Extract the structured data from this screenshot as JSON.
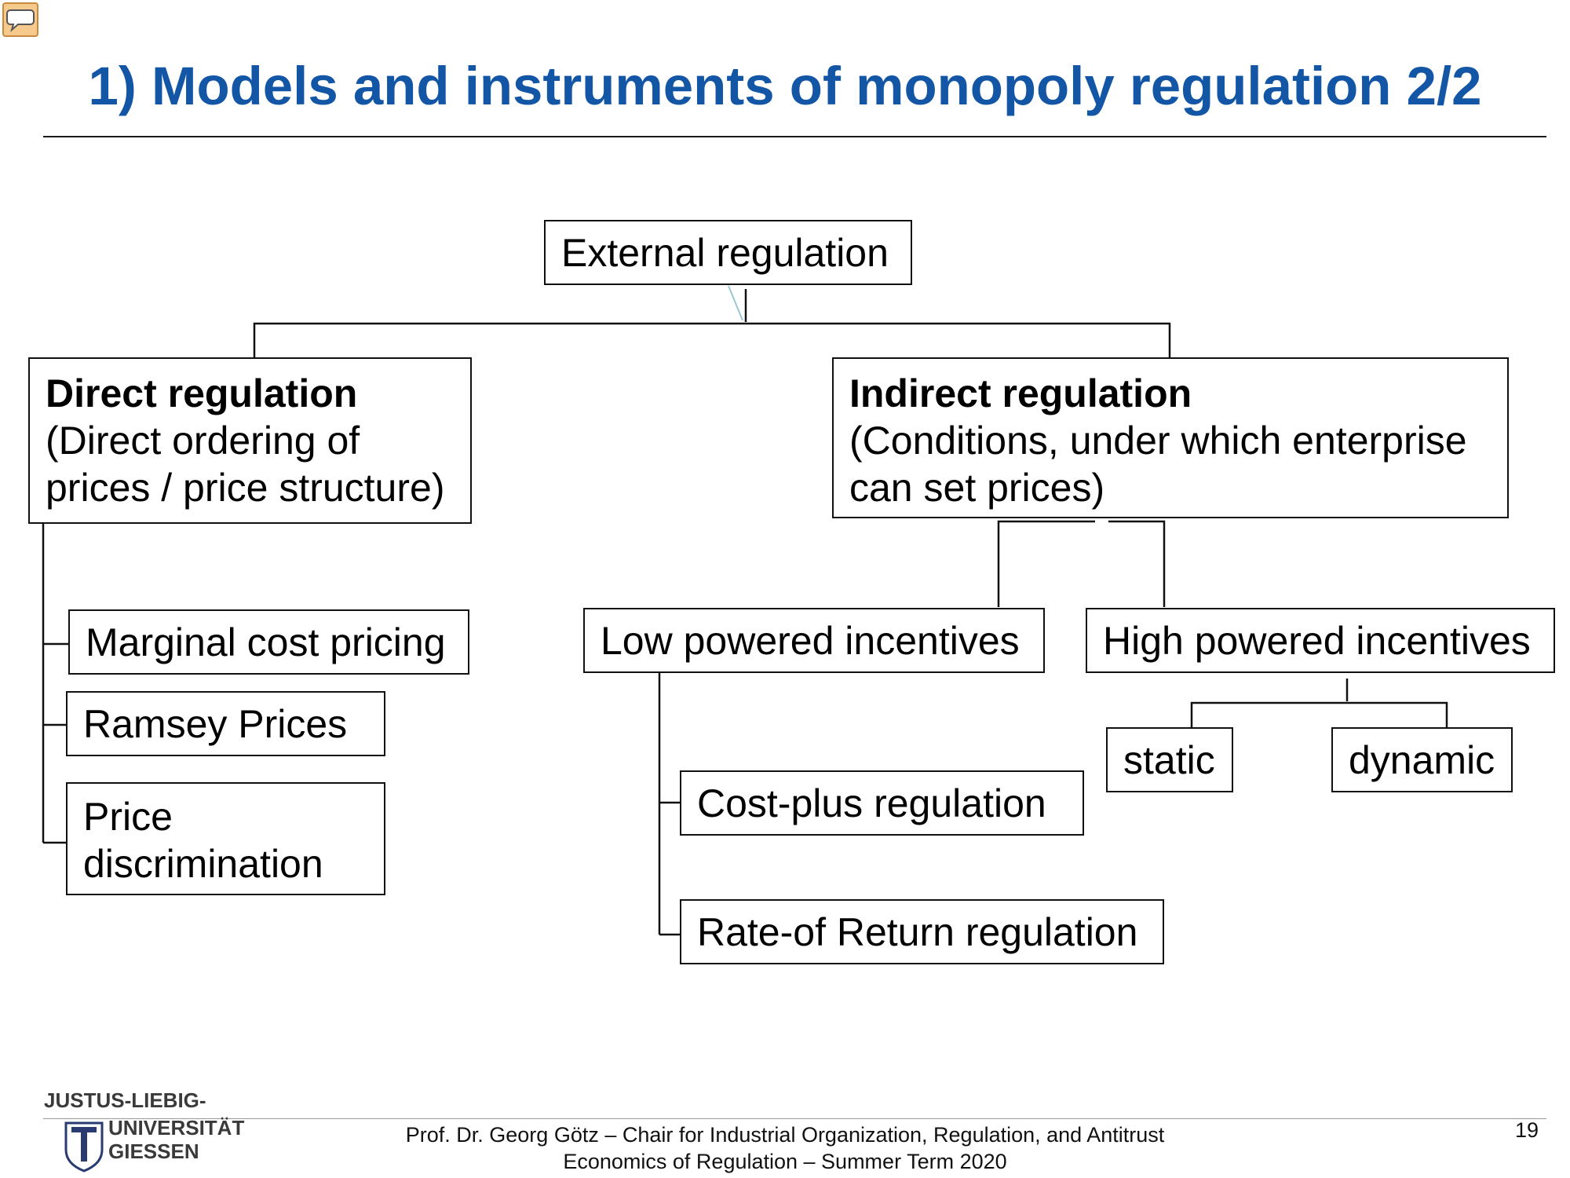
{
  "slide": {
    "title": "1) Models and instruments of monopoly regulation 2/2",
    "title_color": "#1456a6",
    "page_number": "19",
    "footer": {
      "author_line": "Prof. Dr. Georg Götz – Chair for Industrial Organization, Regulation, and Antitrust",
      "course_line": "Economics of Regulation – Summer Term  2020"
    },
    "logo": {
      "line1": "JUSTUS-LIEBIG-",
      "line2": "UNIVERSITÄT",
      "line3": "GIESSEN"
    },
    "icons": {
      "comment": "speech-bubble-icon"
    }
  },
  "diagram": {
    "root": "External regulation",
    "direct": {
      "heading": "Direct regulation",
      "line1": "(Direct ordering of",
      "line2": "prices / price structure)",
      "children": [
        "Marginal cost pricing",
        "Ramsey Prices"
      ],
      "price_discrimination": {
        "line1": "Price",
        "line2": "discrimination"
      }
    },
    "indirect": {
      "heading": "Indirect regulation",
      "line1": "(Conditions, under which enterprise",
      "line2": "can set prices)",
      "low": {
        "label": "Low powered incentives",
        "children": [
          "Cost-plus regulation",
          "Rate-of Return regulation"
        ]
      },
      "high": {
        "label": "High powered incentives",
        "children": [
          "static",
          "dynamic"
        ]
      }
    }
  }
}
